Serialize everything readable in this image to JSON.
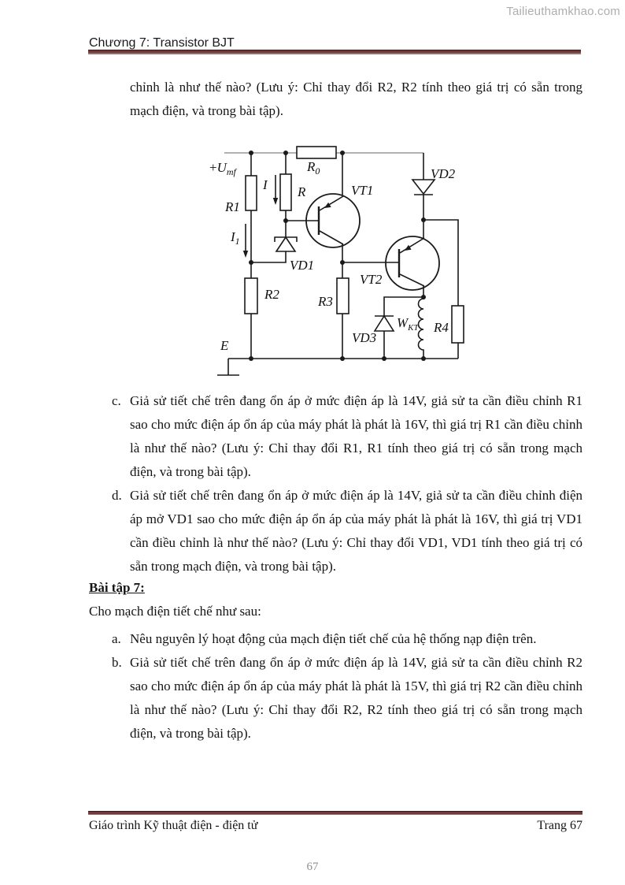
{
  "watermark": "Tailieuthamkhao.com",
  "header": {
    "chapter_title": "Chương 7: Transistor BJT"
  },
  "body": {
    "continuation_paragraph": "chỉnh là như thế nào? (Lưu ý: Chỉ thay đổi R2, R2 tính theo giá trị có sẵn trong mạch điện, và trong bài tập).",
    "list_cd": [
      {
        "marker": "c.",
        "text": "Giả sử tiết chế trên đang ổn áp ở mức điện áp là 14V, giả sử ta cần điều chỉnh R1 sao cho mức điện áp ổn áp của máy phát là phát là 16V, thì giá trị R1 cần điều chỉnh là như thế nào? (Lưu ý: Chỉ thay đổi R1, R1 tính theo giá trị có sẵn trong mạch điện, và trong bài tập)."
      },
      {
        "marker": "d.",
        "text": "Giả sử tiết chế trên đang ổn áp ở mức điện áp là 14V, giả sử ta cần điều chỉnh điện áp mở VD1 sao cho mức điện áp ổn áp của máy phát là phát là 16V, thì giá trị VD1 cần điều chỉnh là như thế nào? (Lưu ý: Chỉ thay đổi VD1, VD1 tính theo giá trị có sẵn trong mạch điện, và trong bài tập)."
      }
    ],
    "exercise_heading": "Bài tập 7:",
    "exercise_intro": "Cho mạch điện tiết chế như sau:",
    "list_ab": [
      {
        "marker": "a.",
        "text": "Nêu nguyên lý hoạt động của mạch điện tiết chế của hệ thống nạp điện trên."
      },
      {
        "marker": "b.",
        "text": "Giả sử tiết chế trên đang ổn áp ở mức điện áp là 14V, giả sử ta cần điều chỉnh R2 sao cho mức điện áp ổn áp của máy phát là phát là 15V, thì giá trị R2 cần điều chỉnh là như thế nào? (Lưu ý: Chỉ thay đổi R2, R2 tính theo giá trị có sẵn trong mạch điện, và trong bài tập)."
      }
    ]
  },
  "circuit": {
    "labels": {
      "umf_plus": "+",
      "umf_main": "U",
      "umf_sub": "mf",
      "i": "I",
      "i1_main": "I",
      "i1_sub": "1",
      "r": "R",
      "r0_main": "R",
      "r0_sub": "0",
      "r1": "R1",
      "r2": "R2",
      "r3": "R3",
      "r4": "R4",
      "vt1": "VT1",
      "vt2": "VT2",
      "vd1": "VD1",
      "vd2": "VD2",
      "vd3": "VD3",
      "wkt_main": "W",
      "wkt_sub": "KT",
      "e": "E"
    }
  },
  "footer": {
    "left": "Giáo trình Kỹ thuật điện - điện tử",
    "right": "Trang 67",
    "page_number": "67"
  },
  "colors": {
    "rule_maroon": "#6e3a3a",
    "rule_light": "#9c6f6f",
    "watermark_gray": "#aeaeae",
    "text": "#141414",
    "wire_gray": "#969696"
  }
}
